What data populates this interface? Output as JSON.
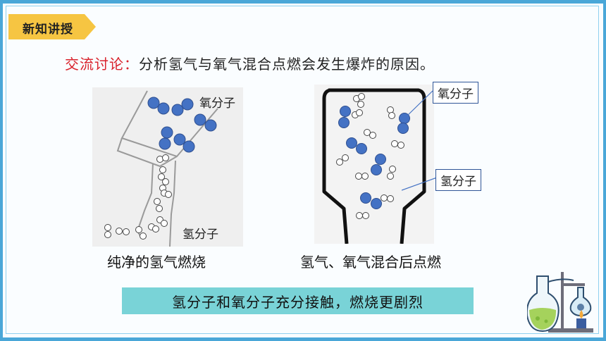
{
  "section_tag": "新知讲授",
  "question": {
    "lead": "交流讨论：",
    "text": "分析氢气与氧气混合点燃会发生爆炸的原因。"
  },
  "left_figure": {
    "label_oxygen": "氧分子",
    "label_hydrogen": "氢分子",
    "caption": "纯净的氢气燃烧"
  },
  "right_figure": {
    "label_oxygen": "氧分子",
    "label_hydrogen": "氢分子",
    "caption": "氢气、氧气混合后点燃"
  },
  "summary": "氢分子和氧分子充分接触，燃烧更剧烈",
  "colors": {
    "frame": "#4aa7d8",
    "tag_bg": "#f6c542",
    "lead_red": "#d9212b",
    "oxygen_blue": "#4472c4",
    "summary_bg": "#79d3d7"
  },
  "icons": [
    "tag-arrow-shape",
    "oxygen-molecule-icon",
    "hydrogen-molecule-icon",
    "lab-flask-decoration"
  ]
}
